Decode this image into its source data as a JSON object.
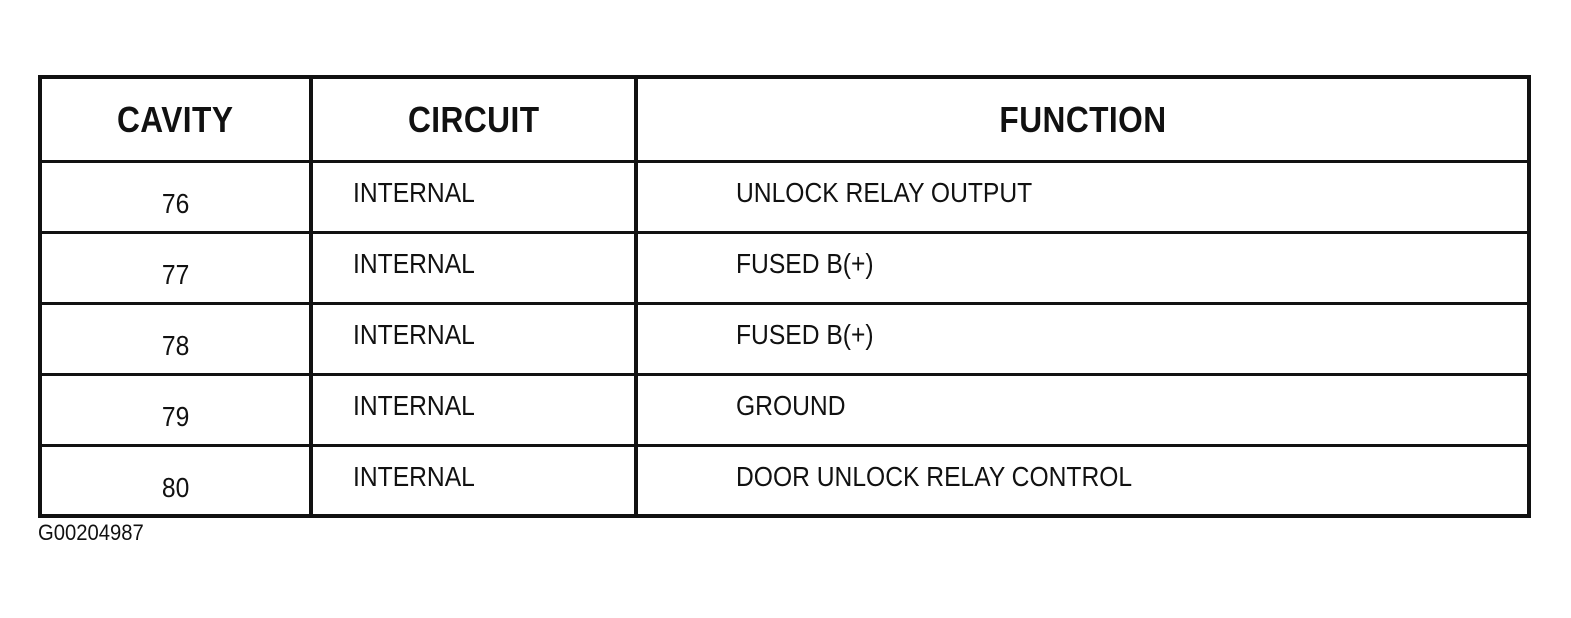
{
  "table": {
    "headers": [
      "CAVITY",
      "CIRCUIT",
      "FUNCTION"
    ],
    "rows": [
      {
        "cavity": "76",
        "circuit": "INTERNAL",
        "function": "UNLOCK RELAY OUTPUT"
      },
      {
        "cavity": "77",
        "circuit": "INTERNAL",
        "function": "FUSED B(+)"
      },
      {
        "cavity": "78",
        "circuit": "INTERNAL",
        "function": "FUSED B(+)"
      },
      {
        "cavity": "79",
        "circuit": "INTERNAL",
        "function": "GROUND"
      },
      {
        "cavity": "80",
        "circuit": "INTERNAL",
        "function": "DOOR UNLOCK RELAY CONTROL"
      }
    ]
  },
  "caption": "G00204987"
}
